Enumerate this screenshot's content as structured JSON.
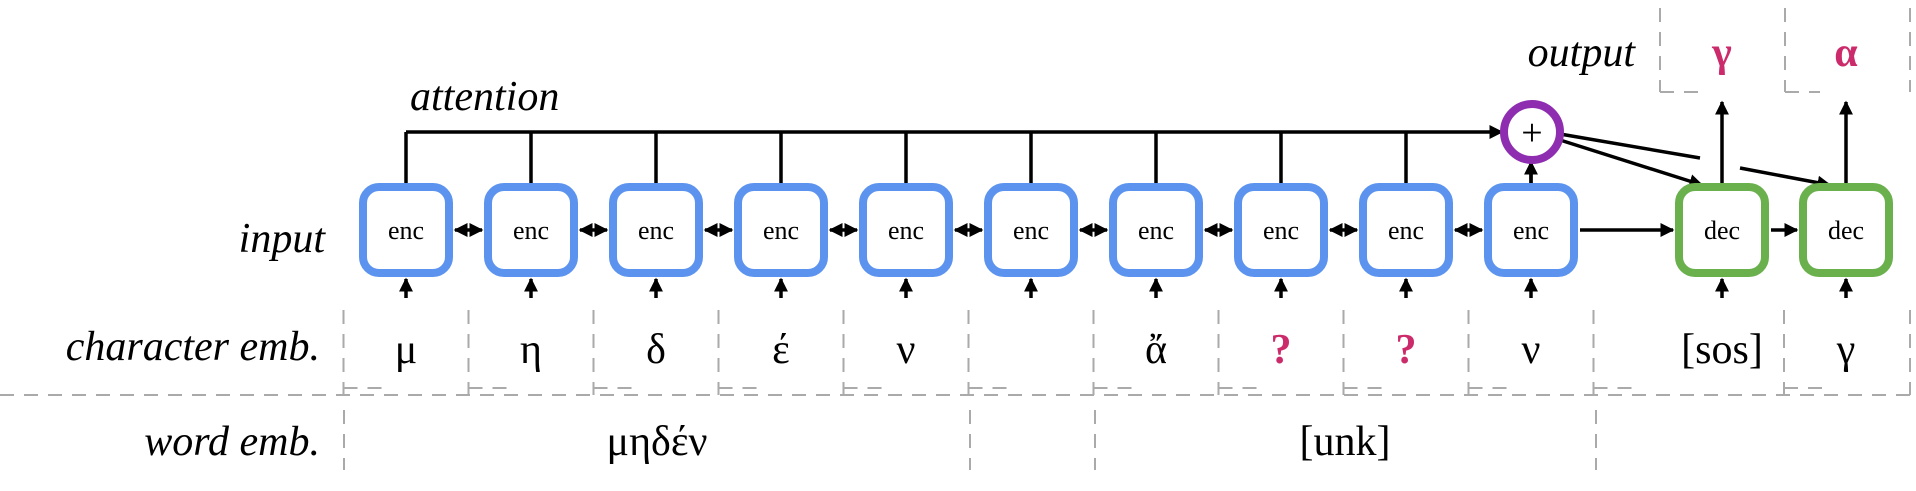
{
  "labels": {
    "output": "output",
    "attention": "attention",
    "input": "input",
    "character_emb": "character emb.",
    "word_emb": "word emb."
  },
  "encoder_label": "enc",
  "decoder_label": "dec",
  "plus_symbol": "+",
  "characters": [
    "μ",
    "η",
    "δ",
    "έ",
    "ν",
    "",
    "ἄ",
    "?",
    "?",
    "ν"
  ],
  "unknown_char_indices": [
    7,
    8
  ],
  "decoder_inputs": [
    "[sos]",
    "γ"
  ],
  "outputs": [
    "γ",
    "α"
  ],
  "words": [
    "μηδέν",
    "[unk]"
  ],
  "colors": {
    "encoder": "#5b93ee",
    "decoder": "#6ab04c",
    "attention_node": "#8e2db0",
    "highlight": "#cc2b6b"
  }
}
